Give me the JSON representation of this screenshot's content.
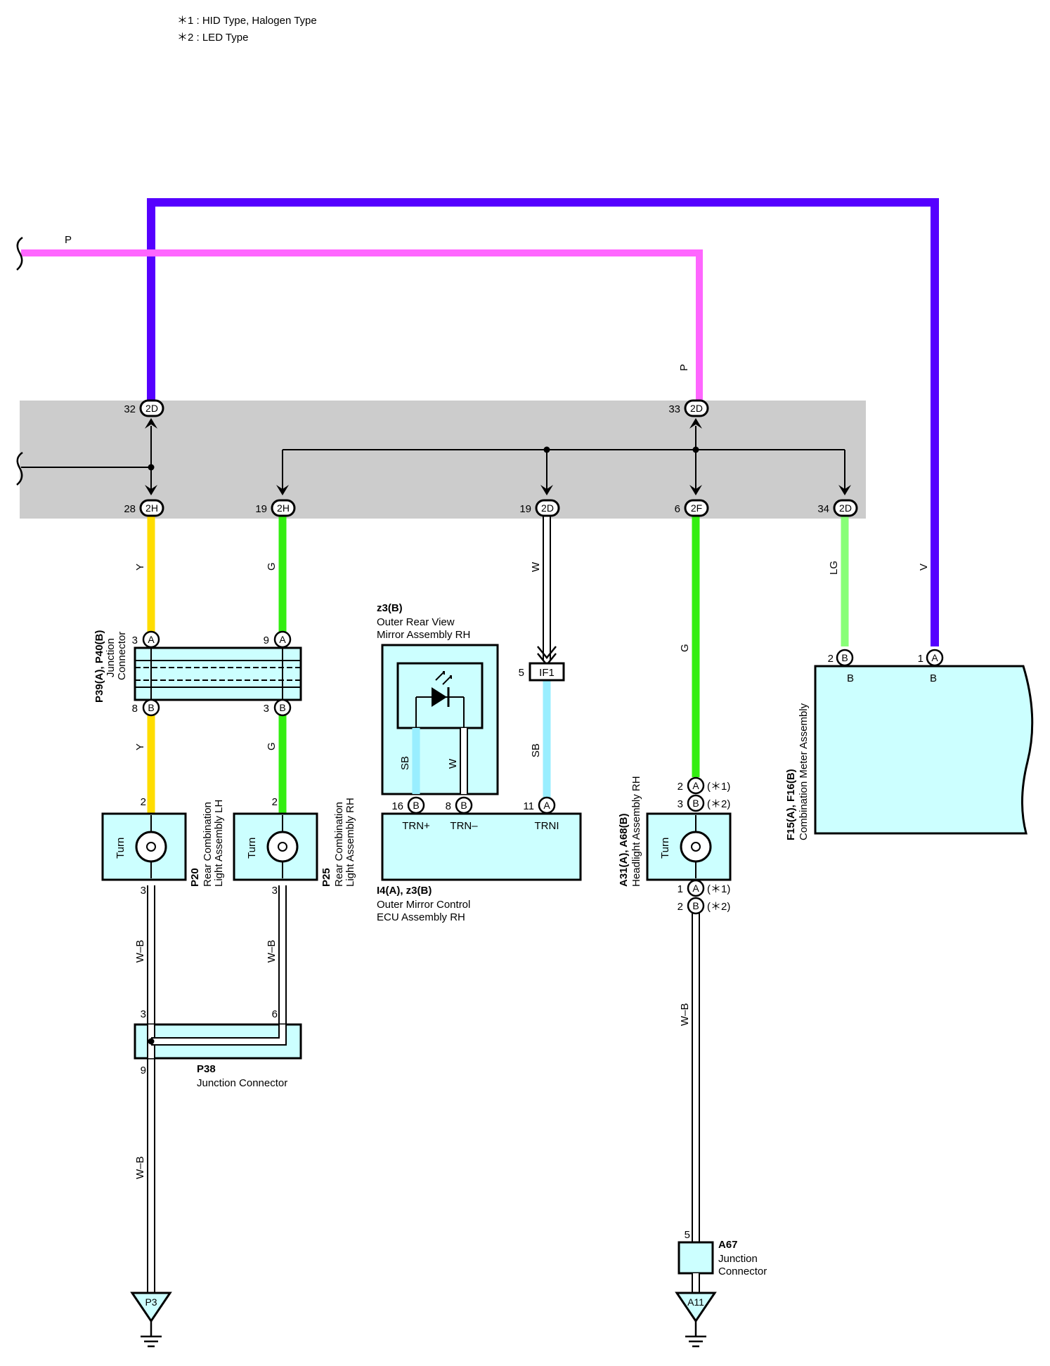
{
  "notes": [
    "＊1 : HID Type,  Halogen Type",
    "＊2 : LED Type"
  ],
  "wire_colors": {
    "V": "#5500ff",
    "P": "#ff66ff",
    "Y": "#ffdd00",
    "G": "#33ee11",
    "LG": "#88ff77",
    "SB": "#99eeff",
    "W": "#ffffff",
    "W-B": "#ffffff"
  },
  "wire_labels": {
    "p_top": "P",
    "p_vertical": "P",
    "y_upper": "Y",
    "y_lower": "Y",
    "g_upper": "G",
    "g_lower": "G",
    "w": "W",
    "sb_lower": "SB",
    "g_right": "G",
    "lg": "LG",
    "v": "V",
    "sb_mirror": "SB",
    "w_mirror": "W",
    "wb1": "W–B",
    "wb2": "W–B",
    "wb3": "W–B",
    "wb4": "W–B"
  },
  "junction_block_connectors": [
    {
      "pin": "32",
      "code": "2D"
    },
    {
      "pin": "33",
      "code": "2D"
    },
    {
      "pin": "28",
      "code": "2H"
    },
    {
      "pin": "19",
      "code": "2H"
    },
    {
      "pin": "19",
      "code": "2D"
    },
    {
      "pin": "6",
      "code": "2F"
    },
    {
      "pin": "34",
      "code": "2D"
    }
  ],
  "components": {
    "p39p40": {
      "code": "P39(A), P40(B)",
      "name1": "Junction",
      "name2": "Connector",
      "pins": [
        "3",
        "A",
        "9",
        "A",
        "8",
        "B",
        "3",
        "B"
      ]
    },
    "p20": {
      "code": "P20",
      "name1": "Rear Combination",
      "name2": "Light Assembly LH",
      "label": "Turn",
      "pin_top": "2",
      "pin_bottom": "3"
    },
    "p25": {
      "code": "P25",
      "name1": "Rear Combination",
      "name2": "Light Assembly RH",
      "label": "Turn",
      "pin_top": "2",
      "pin_bottom": "3"
    },
    "p38": {
      "code": "P38",
      "name": "Junction Connector",
      "pins": [
        "3",
        "6",
        "9"
      ]
    },
    "p3": {
      "code": "P3"
    },
    "z3b": {
      "code": "z3(B)",
      "name1": "Outer Rear View",
      "name2": "Mirror Assembly RH"
    },
    "if1": {
      "code": "IF1",
      "pin": "5"
    },
    "i4z3": {
      "code": "I4(A), z3(B)",
      "name1": "Outer Mirror Control",
      "name2": "ECU Assembly RH",
      "terminals": [
        "TRN+",
        "TRN–",
        "TRNI"
      ],
      "pins": [
        "16",
        "B",
        "8",
        "B",
        "11",
        "A"
      ]
    },
    "a31a68": {
      "code": "A31(A), A68(B)",
      "name": "Headlight Assembly RH",
      "label": "Turn",
      "pins_top": [
        "2",
        "A",
        "(＊1)",
        "3",
        "B",
        "(＊2)"
      ],
      "pins_bottom": [
        "1",
        "A",
        "(＊1)",
        "2",
        "B",
        "(＊2)"
      ]
    },
    "a67": {
      "code": "A67",
      "name1": "Junction",
      "name2": "Connector",
      "pin": "5"
    },
    "a11": {
      "code": "A11"
    },
    "f15f16": {
      "code": "F15(A), F16(B)",
      "name": "Combination Meter Assembly",
      "pins": [
        "2",
        "B",
        "1",
        "A"
      ],
      "terminals": [
        "B",
        "B"
      ]
    }
  }
}
